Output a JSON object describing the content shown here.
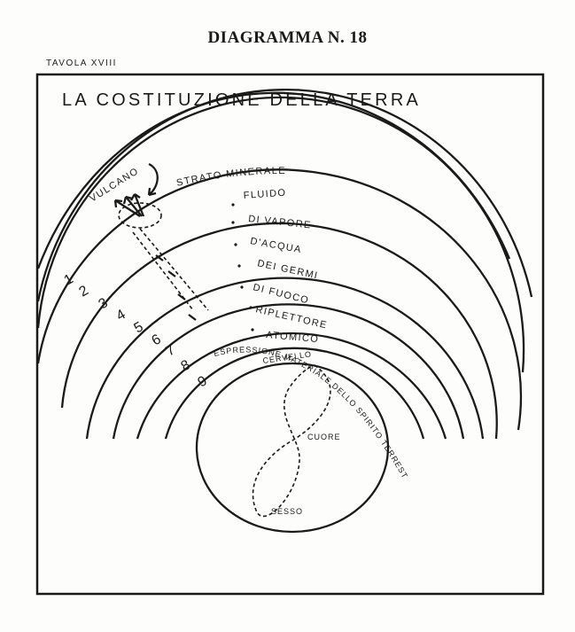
{
  "heading": "DIAGRAMMA N. 18",
  "plate_label": "TAVOLA XVIII",
  "title": "LA COSTITUZIONE DELLA TERRA",
  "volcano_label": "VULCANO",
  "layers": [
    {
      "number": "1",
      "name": "STRATO MINERALE"
    },
    {
      "number": "2",
      "name": "FLUIDO"
    },
    {
      "number": "3",
      "name": "DI VAPORE"
    },
    {
      "number": "4",
      "name": "D'ACQUA"
    },
    {
      "number": "5",
      "name": "DEI GERMI"
    },
    {
      "number": "6",
      "name": "DI FUOCO"
    },
    {
      "number": "7",
      "name": "RIPLETTORE"
    },
    {
      "number": "8",
      "name": "ATOMICO"
    },
    {
      "number": "9",
      "name": "ESPRESSIONE MATERIALE DELLO SPIRITO TERRESTRE"
    }
  ],
  "core": {
    "top": "CERVELLO",
    "middle": "CUORE",
    "bottom": "SESSO"
  }
}
